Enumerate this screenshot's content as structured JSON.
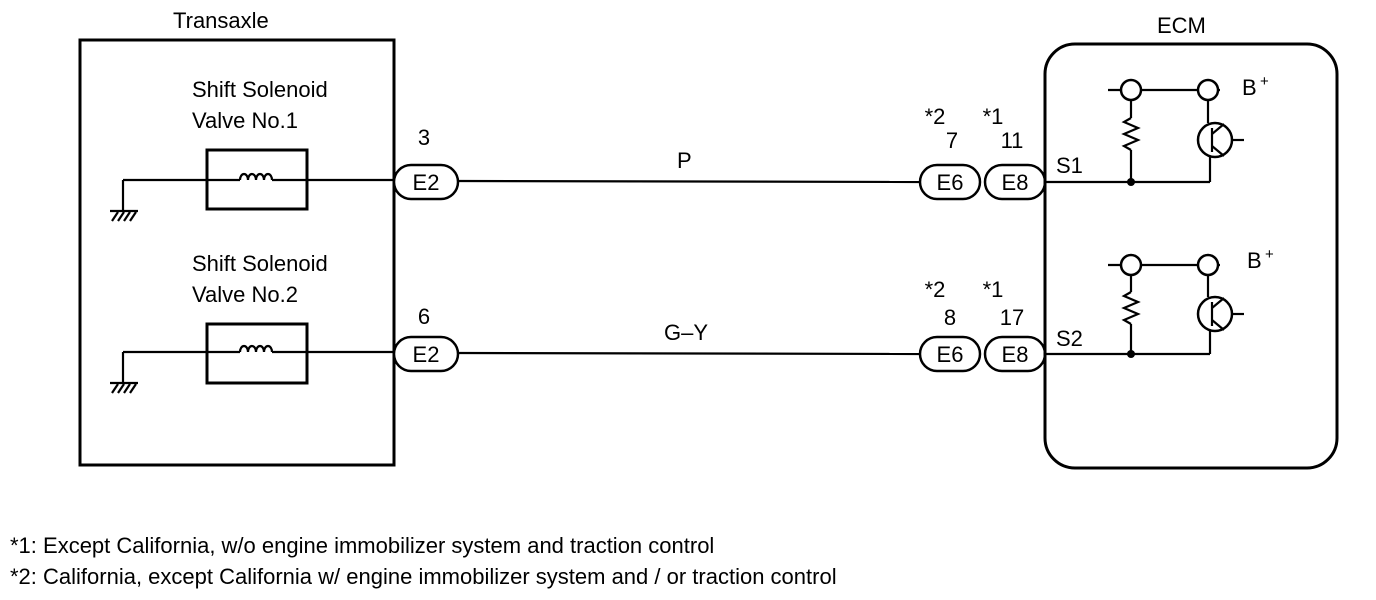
{
  "transaxle": {
    "title": "Transaxle",
    "solenoid1": {
      "line1": "Shift Solenoid",
      "line2": "Valve No.1"
    },
    "solenoid2": {
      "line1": "Shift Solenoid",
      "line2": "Valve No.2"
    }
  },
  "ecm": {
    "title": "ECM",
    "supply_label": "B",
    "supply_sign": "+",
    "terminal1": "S1",
    "terminal2": "S2"
  },
  "circuit1": {
    "wire_color": "P",
    "e2_pin": "3",
    "e2_label": "E2",
    "e6_note": "*2",
    "e6_pin": "7",
    "e6_label": "E6",
    "e8_note": "*1",
    "e8_pin": "11",
    "e8_label": "E8"
  },
  "circuit2": {
    "wire_color": "G–Y",
    "e2_pin": "6",
    "e2_label": "E2",
    "e6_note": "*2",
    "e6_pin": "8",
    "e6_label": "E6",
    "e8_note": "*1",
    "e8_pin": "17",
    "e8_label": "E8"
  },
  "footnotes": {
    "note1": "*1: Except California, w/o engine immobilizer system and traction control",
    "note2": "*2: California, except California w/ engine immobilizer system and / or traction control"
  }
}
